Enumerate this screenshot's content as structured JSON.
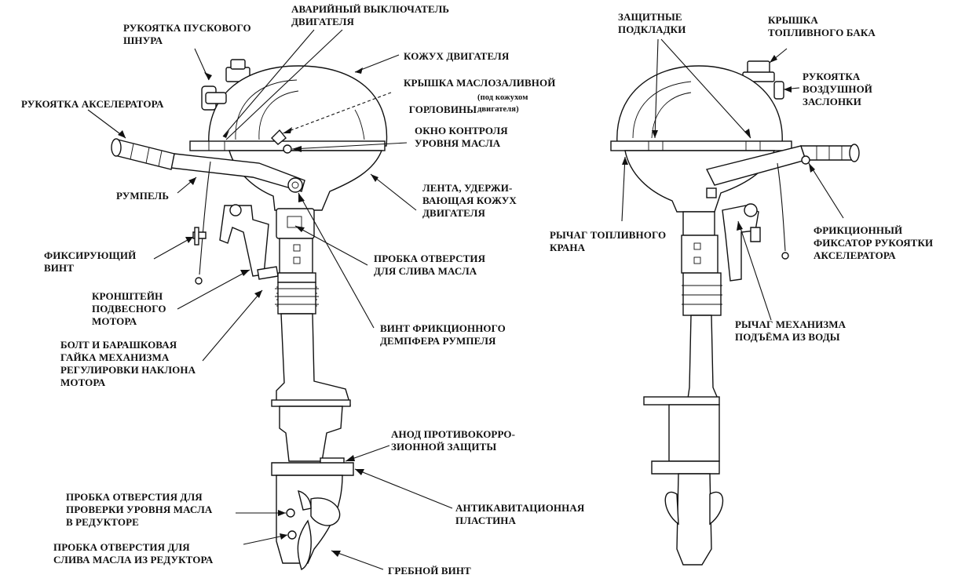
{
  "labels": {
    "emergency_switch": "АВАРИЙНЫЙ ВЫКЛЮЧАТЕЛЬ\nДВИГАТЕЛЯ",
    "starter_handle": "РУКОЯТКА ПУСКОВОГО\nШНУРА",
    "engine_cover": "КОЖУХ ДВИГАТЕЛЯ",
    "oil_filler_cap_main": "КРЫШКА МАСЛОЗАЛИВНОЙ",
    "oil_filler_cap_second": "ГОРЛОВИНЫ",
    "oil_filler_cap_note": "(под кожухом\nдвигателя)",
    "throttle_grip": "РУКОЯТКА АКСЕЛЕРАТОРА",
    "oil_level_window": "ОКНО КОНТРОЛЯ\nУРОВНЯ МАСЛА",
    "tiller": "РУМПЕЛЬ",
    "cover_strap": "ЛЕНТА, УДЕРЖИ-\nВАЮЩАЯ КОЖУХ\nДВИГАТЕЛЯ",
    "clamp_screw": "ФИКСИРУЮЩИЙ\nВИНТ",
    "oil_drain_plug": "ПРОБКА ОТВЕРСТИЯ\nДЛЯ СЛИВА МАСЛА",
    "stern_bracket": "КРОНШТЕЙН\nПОДВЕСНОГО\nМОТОРА",
    "tiller_friction_screw": "ВИНТ ФРИКЦИОННОГО\nДЕМПФЕРА РУМПЕЛЯ",
    "trim_bolt": "БОЛТ И БАРАШКОВАЯ\nГАЙКА МЕХАНИЗМА\nРЕГУЛИРОВКИ НАКЛОНА\nМОТОРА",
    "anode": "АНОД ПРОТИВОКОРРО-\nЗИОННОЙ ЗАЩИТЫ",
    "gear_oil_level_plug": "ПРОБКА ОТВЕРСТИЯ ДЛЯ\nПРОВЕРКИ УРОВНЯ МАСЛА\nВ РЕДУКТОРЕ",
    "anti_cavitation_plate": "АНТИКАВИТАЦИОННАЯ\nПЛАСТИНА",
    "gear_oil_drain_plug": "ПРОБКА ОТВЕРСТИЯ ДЛЯ\nСЛИВА МАСЛА ИЗ РЕДУКТОРА",
    "propeller": "ГРЕБНОЙ ВИНТ",
    "protective_pads": "ЗАЩИТНЫЕ\nПОДКЛАДКИ",
    "fuel_tank_cap": "КРЫШКА\nТОПЛИВНОГО БАКА",
    "choke_knob": "РУКОЯТКА\nВОЗДУШНОЙ\nЗАСЛОНКИ",
    "fuel_valve_lever": "РЫЧАГ ТОПЛИВНОГО\nКРАНА",
    "throttle_friction": "ФРИКЦИОННЫЙ\nФИКСАТОР РУКОЯТКИ\nАКСЕЛЕРАТОРА",
    "tilt_lever": "РЫЧАГ МЕХАНИЗМА\nПОДЪЁМА ИЗ ВОДЫ"
  }
}
